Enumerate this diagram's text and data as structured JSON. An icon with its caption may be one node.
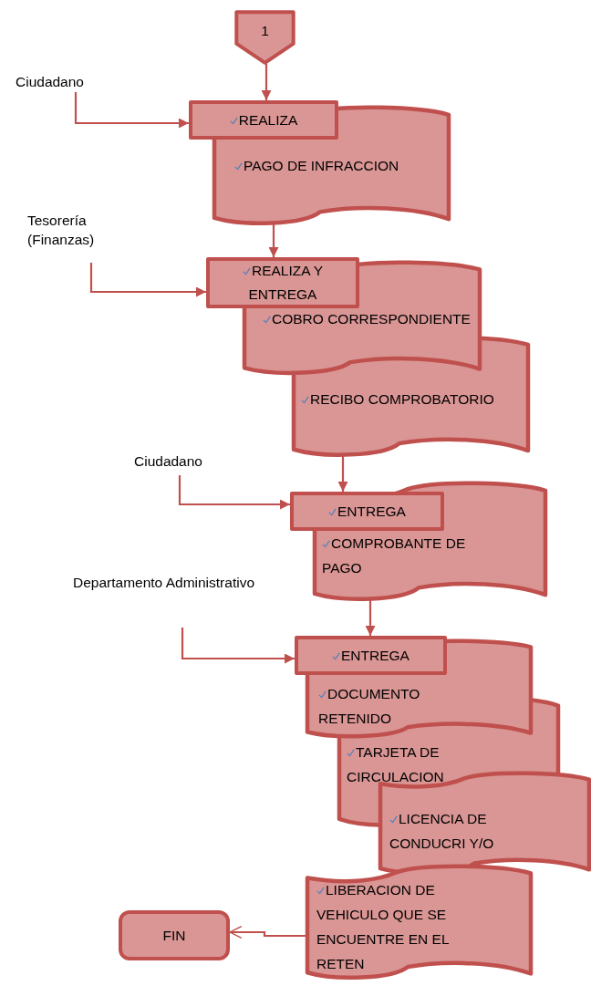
{
  "diagram": {
    "nodes": [
      {
        "text": [
          "1"
        ]
      },
      {
        "text": [
          "Ciudadano"
        ]
      },
      {
        "text": [
          "REALIZA"
        ]
      },
      {
        "text": [
          "PAGO DE INFRACCION"
        ]
      },
      {
        "text": [
          "Tesorería (Finanzas)"
        ]
      },
      {
        "text": [
          "REALIZA Y ENTREGA"
        ]
      },
      {
        "text": [
          "COBRO CORRESPONDIENTE"
        ]
      },
      {
        "text": [
          "RECIBO COMPROBATORIO"
        ]
      },
      {
        "text": [
          "Ciudadano"
        ]
      },
      {
        "text": [
          "ENTREGA"
        ]
      },
      {
        "text": [
          "COMPROBANTE DE PAGO"
        ]
      },
      {
        "text": [
          "Departamento Administrativo"
        ]
      },
      {
        "text": [
          "ENTREGA"
        ]
      },
      {
        "text": [
          "DOCUMENTO RETENIDO"
        ]
      },
      {
        "text": [
          "TARJETA DE CIRCULACION"
        ]
      },
      {
        "text": [
          "LICENCIA DE CONDUCRI Y/O"
        ]
      },
      {
        "text": [
          "LIBERACION DE VEHICULO QUE SE ENCUENTRE EN EL RETEN"
        ]
      },
      {
        "text": [
          "FIN"
        ]
      }
    ],
    "edges": [
      {
        "from": 0,
        "to": 2,
        "arrow": "to"
      },
      {
        "from": 1,
        "to": 2,
        "arrow": "to"
      },
      {
        "from": 3,
        "to": 5,
        "arrow": "to"
      },
      {
        "from": 4,
        "to": 5,
        "arrow": "to"
      },
      {
        "from": 7,
        "to": 9,
        "arrow": "to"
      },
      {
        "from": 8,
        "to": 9,
        "arrow": "to"
      },
      {
        "from": 10,
        "to": 12,
        "arrow": "to"
      },
      {
        "from": 11,
        "to": 12,
        "arrow": "to"
      },
      {
        "from": 16,
        "to": 17,
        "arrow": "to"
      }
    ]
  }
}
